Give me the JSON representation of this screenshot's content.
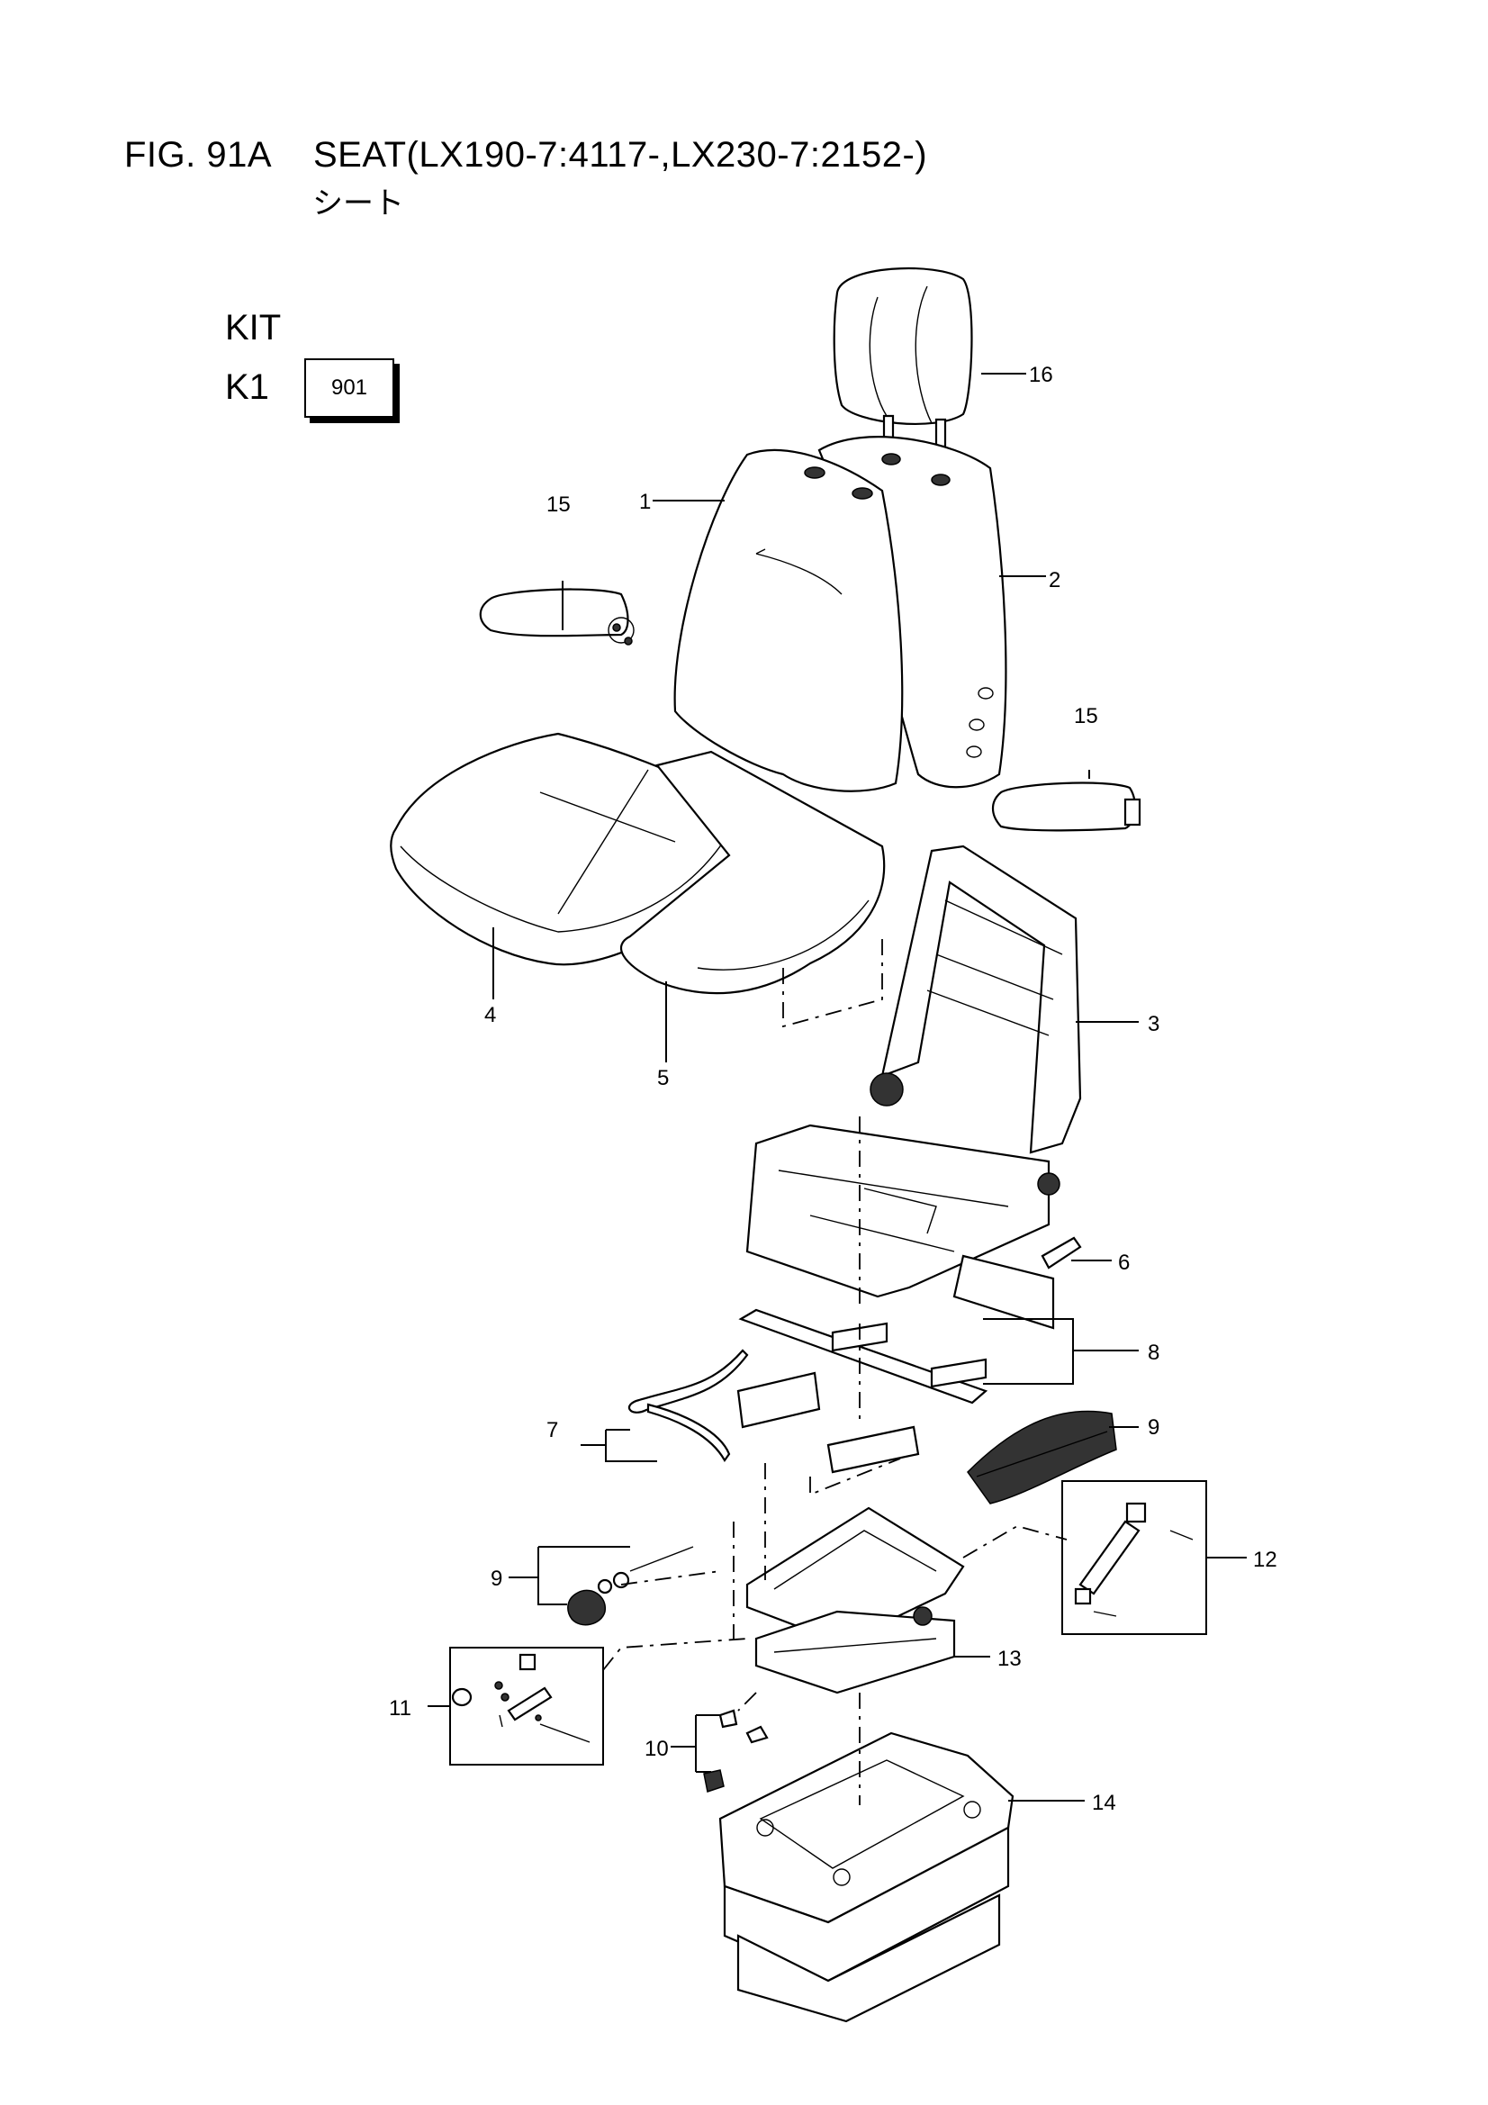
{
  "title": {
    "fig": "FIG. 91A",
    "name": "SEAT(LX190-7:4117-,LX230-7:2152-)",
    "subtitle": "シート"
  },
  "kit": {
    "label": "KIT",
    "k1_label": "K1",
    "k1_code": "901"
  },
  "callouts": {
    "p1": "1",
    "p2": "2",
    "p3": "3",
    "p4": "4",
    "p5": "5",
    "p6": "6",
    "p7": "7",
    "p8": "8",
    "p9a": "9",
    "p9b": "9",
    "p10": "10",
    "p11": "11",
    "p12": "12",
    "p13": "13",
    "p14": "14",
    "p15a": "15",
    "p15b": "15",
    "p16": "16"
  }
}
